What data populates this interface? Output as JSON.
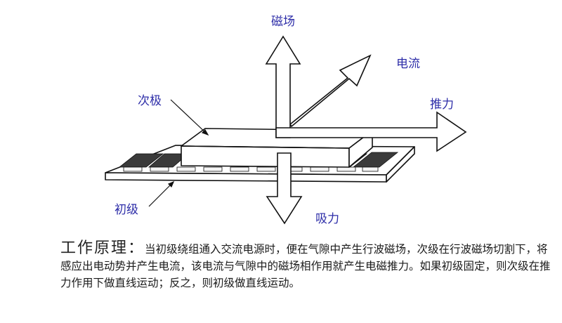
{
  "labels": {
    "magnetic_field": "磁场",
    "current": "电流",
    "thrust": "推力",
    "secondary": "次极",
    "primary": "初级",
    "attraction": "吸力"
  },
  "description": {
    "title": "工作原理：",
    "body": "当初级绕组通入交流电源时，便在气隙中产生行波磁场，次级在行波磁场切割下，将感应出电动势并产生电流，该电流与气隙中的磁场相作用就产生电磁推力。如果初级固定，则次级在推力作用下做直线运动；反之，则初级做直线运动。"
  },
  "colors": {
    "label": "#2d2da8",
    "line": "#111111",
    "winding": "#3a3a3a"
  }
}
